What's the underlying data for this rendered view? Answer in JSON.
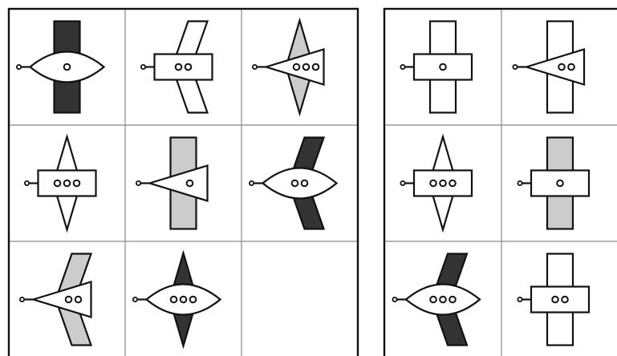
{
  "colors": {
    "line": "#111111",
    "body_fill": "#ffffff",
    "light_wing": "#cccccc",
    "dark_wing": "#333333",
    "background": "#ffffff"
  },
  "puzzle": {
    "matrix_cells": [
      {
        "row": 1,
        "col": 1,
        "body": "lens",
        "wing": "rect",
        "wing_color": "dark",
        "dots": 1
      },
      {
        "row": 1,
        "col": 2,
        "body": "rect",
        "wing": "parallelogram",
        "wing_color": "white",
        "dots": 2
      },
      {
        "row": 1,
        "col": 3,
        "body": "triangle",
        "wing": "diamond",
        "wing_color": "light",
        "dots": 3
      },
      {
        "row": 2,
        "col": 1,
        "body": "rect",
        "wing": "diamond",
        "wing_color": "white",
        "dots": 3
      },
      {
        "row": 2,
        "col": 2,
        "body": "triangle",
        "wing": "rect",
        "wing_color": "light",
        "dots": 1
      },
      {
        "row": 2,
        "col": 3,
        "body": "lens",
        "wing": "parallelogram",
        "wing_color": "dark",
        "dots": 2
      },
      {
        "row": 3,
        "col": 1,
        "body": "triangle",
        "wing": "parallelogram",
        "wing_color": "light",
        "dots": 2
      },
      {
        "row": 3,
        "col": 2,
        "body": "lens",
        "wing": "diamond",
        "wing_color": "dark",
        "dots": 3
      },
      {
        "row": 3,
        "col": 3,
        "body": "empty",
        "wing": "none",
        "wing_color": "none",
        "dots": 0
      }
    ],
    "answer_options": [
      {
        "row": 1,
        "col": 1,
        "body": "rect",
        "wing": "rect",
        "wing_color": "white",
        "dots": 1
      },
      {
        "row": 1,
        "col": 2,
        "body": "triangle",
        "wing": "rect",
        "wing_color": "white",
        "dots": 2
      },
      {
        "row": 2,
        "col": 1,
        "body": "rect",
        "wing": "diamond",
        "wing_color": "white",
        "dots": 3
      },
      {
        "row": 2,
        "col": 2,
        "body": "rect",
        "wing": "rect",
        "wing_color": "light",
        "dots": 1
      },
      {
        "row": 3,
        "col": 1,
        "body": "lens",
        "wing": "parallelogram",
        "wing_color": "dark",
        "dots": 3
      },
      {
        "row": 3,
        "col": 2,
        "body": "rect",
        "wing": "rect",
        "wing_color": "white",
        "dots": 2
      }
    ]
  }
}
